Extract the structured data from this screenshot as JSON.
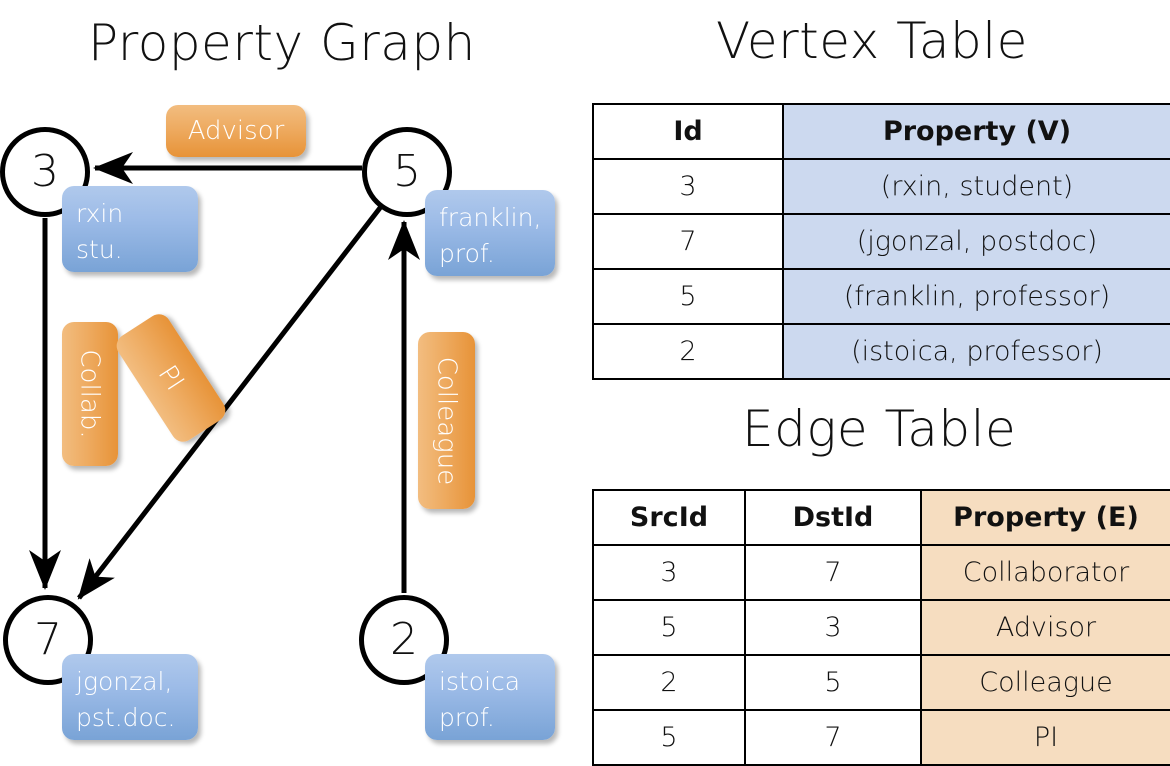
{
  "graph": {
    "title": "Property Graph",
    "vertices": [
      {
        "id": "3",
        "name": "rxin",
        "role": "stu."
      },
      {
        "id": "5",
        "name": "franklin,",
        "role": "prof."
      },
      {
        "id": "7",
        "name": "jgonzal,",
        "role": "pst.doc."
      },
      {
        "id": "2",
        "name": "istoica",
        "role": "prof."
      }
    ],
    "edge_labels": {
      "advisor": "Advisor",
      "collab": "Collab.",
      "pi": "PI",
      "colleague": "Colleague"
    }
  },
  "vertex_table": {
    "title": "Vertex Table",
    "headers": [
      "Id",
      "Property (V)"
    ],
    "rows": [
      {
        "id": "3",
        "property": "(rxin, student)"
      },
      {
        "id": "7",
        "property": "(jgonzal, postdoc)"
      },
      {
        "id": "5",
        "property": "(franklin, professor)"
      },
      {
        "id": "2",
        "property": "(istoica, professor)"
      }
    ]
  },
  "edge_table": {
    "title": "Edge Table",
    "headers": [
      "SrcId",
      "DstId",
      "Property (E)"
    ],
    "rows": [
      {
        "src": "3",
        "dst": "7",
        "property": "Collaborator"
      },
      {
        "src": "5",
        "dst": "3",
        "property": "Advisor"
      },
      {
        "src": "2",
        "dst": "5",
        "property": "Colleague"
      },
      {
        "src": "5",
        "dst": "7",
        "property": "PI"
      }
    ]
  },
  "colors": {
    "vertex_property_fill": "#ccd9ef",
    "edge_property_fill": "#f6ddc0",
    "node_box_blue": "#9cbbe7",
    "edge_label_orange": "#eeab61",
    "stroke": "#000000"
  }
}
